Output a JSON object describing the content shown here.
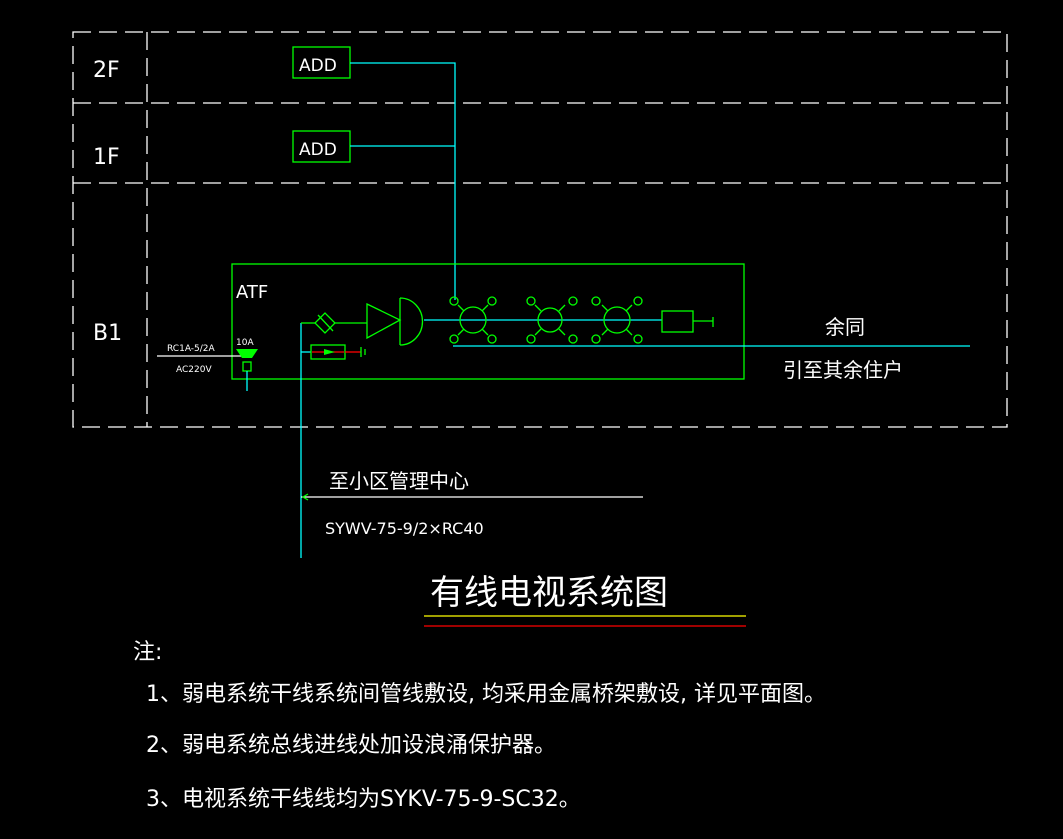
{
  "floors": {
    "f2": "2F",
    "f1": "1F",
    "b1": "B1"
  },
  "devices": {
    "add_top": "ADD",
    "add_mid": "ADD",
    "cabinet": "ATF",
    "breaker_rating": "10A"
  },
  "power_input": {
    "cable": "RC1A-5/2A",
    "voltage": "AC220V"
  },
  "right_labels": {
    "same": "余同",
    "to_other": "引至其余住户"
  },
  "center_link": {
    "label": "至小区管理中心",
    "cable": "SYWV-75-9/2×RC40"
  },
  "title": "有线电视系统图",
  "notes": {
    "heading": "注:",
    "items": [
      "1、弱电系统干线系统间管线敷设, 均采用金属桥架敷设, 详见平面图。",
      "2、弱电系统总线进线处加设浪涌保护器。",
      "3、电视系统干线线均为SYKV-75-9-SC32。"
    ]
  },
  "colors": {
    "frame": "#ffffff",
    "equipment": "#00ff00",
    "cable": "#00ffff",
    "title_underline_1": "#ffff00",
    "title_underline_2": "#ff0000"
  }
}
